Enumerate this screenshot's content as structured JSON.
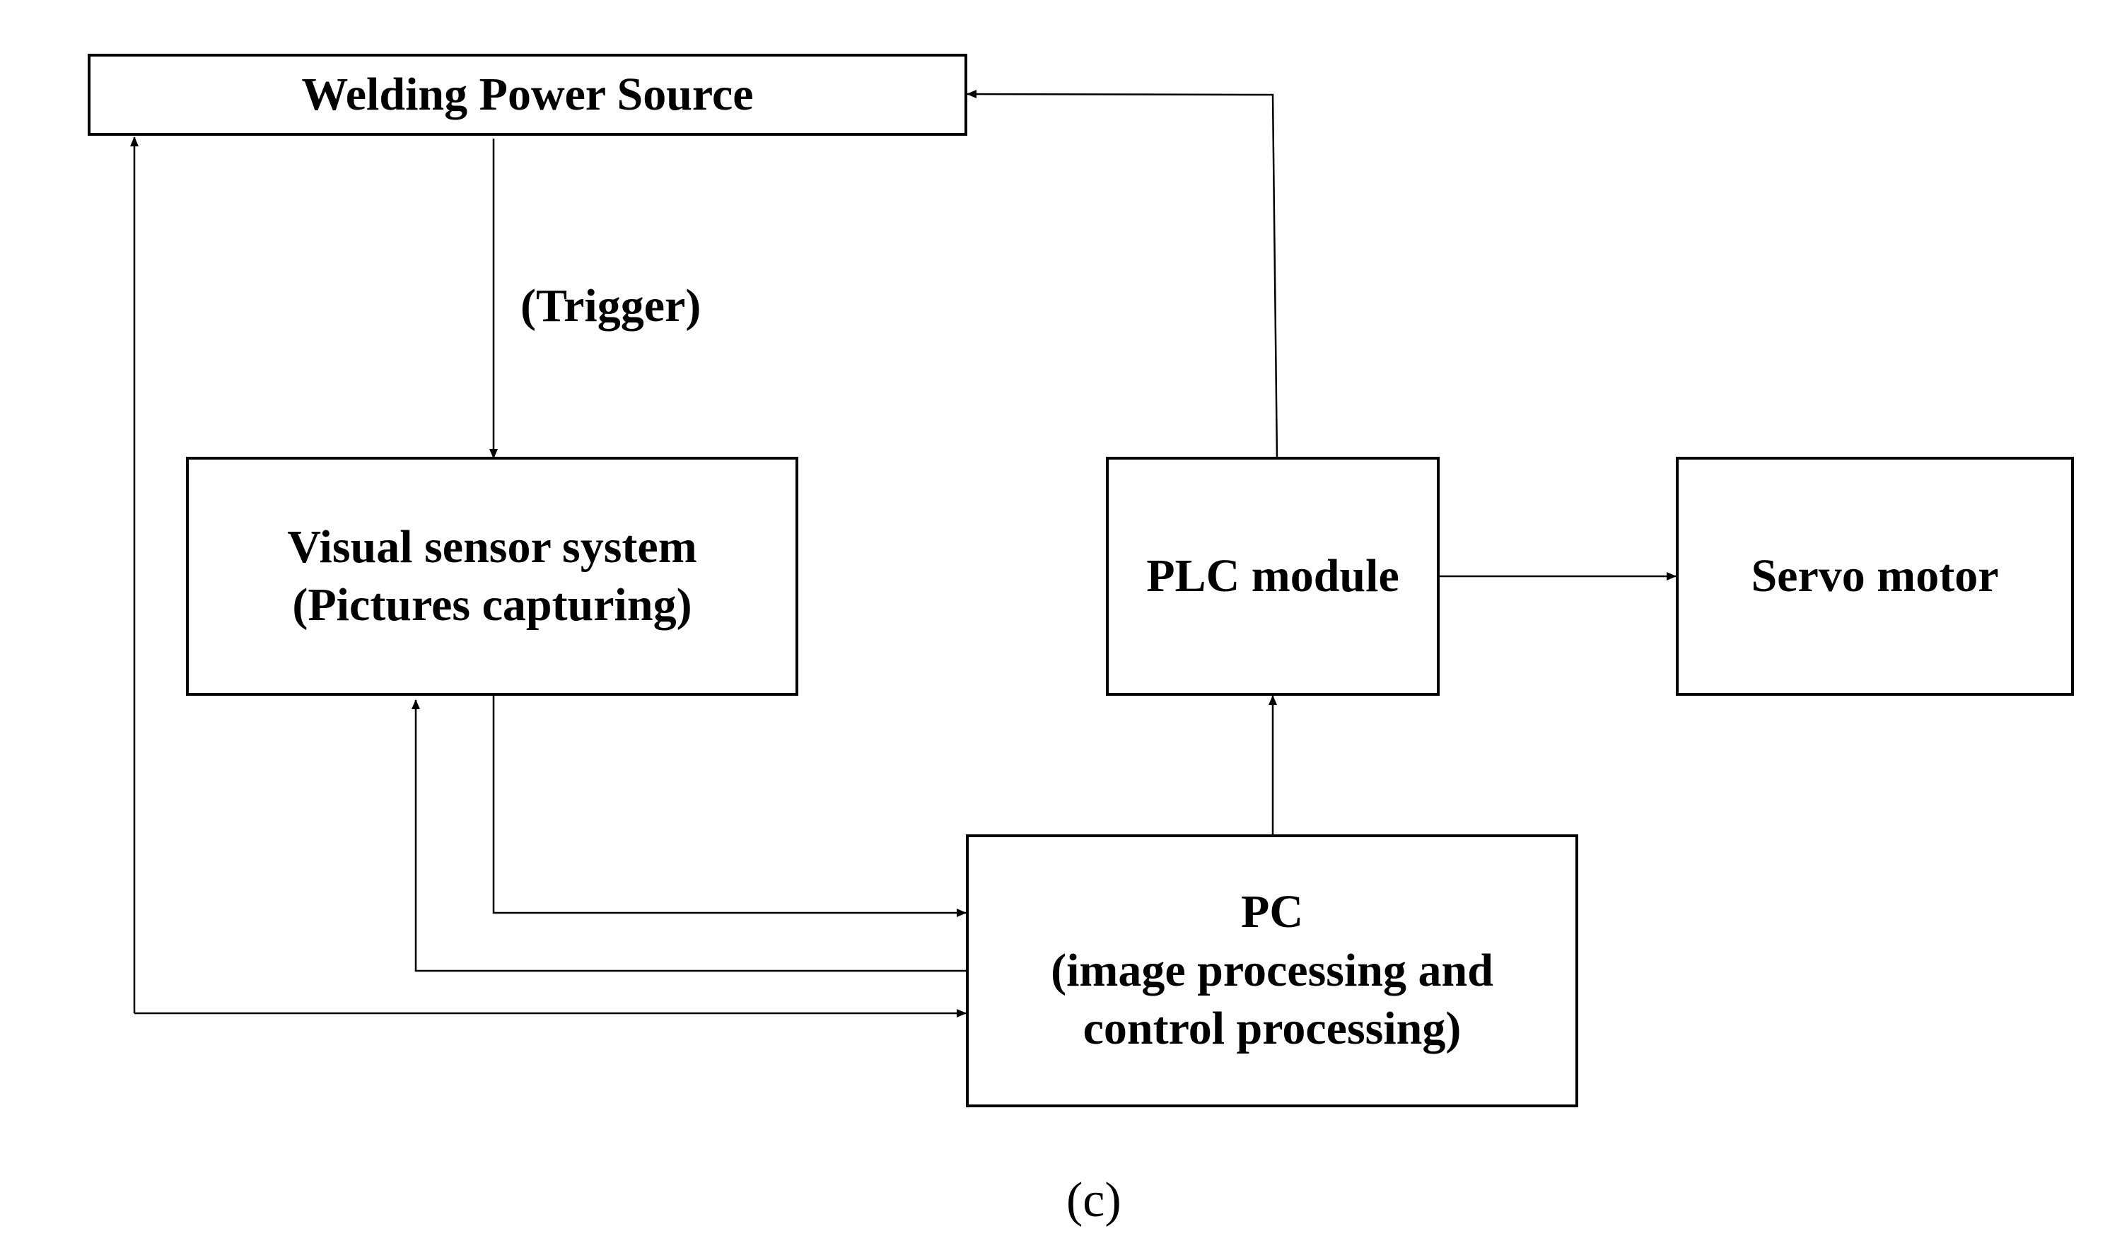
{
  "nodes": {
    "welding_power_source": {
      "label": "Welding Power Source"
    },
    "visual_sensor": {
      "line1": "Visual sensor system",
      "line2": "(Pictures capturing)"
    },
    "plc_module": {
      "label": "PLC module"
    },
    "servo_motor": {
      "label": "Servo motor"
    },
    "pc": {
      "line1": "PC",
      "line2": "(image processing and",
      "line3": "control processing)"
    }
  },
  "edges": [
    {
      "from": "welding_power_source",
      "to": "visual_sensor",
      "label": "(Trigger)"
    },
    {
      "from": "plc_module",
      "to": "welding_power_source"
    },
    {
      "from": "plc_module",
      "to": "servo_motor"
    },
    {
      "from": "pc",
      "to": "plc_module"
    },
    {
      "from": "visual_sensor",
      "to": "pc"
    },
    {
      "from": "pc",
      "to": "visual_sensor"
    },
    {
      "from": "pc",
      "to": "welding_power_source"
    },
    {
      "from": "welding_power_source",
      "to": "pc"
    }
  ],
  "trigger_label": "(Trigger)",
  "caption": "(c)",
  "colors": {
    "stroke": "#000000",
    "background": "#ffffff"
  }
}
